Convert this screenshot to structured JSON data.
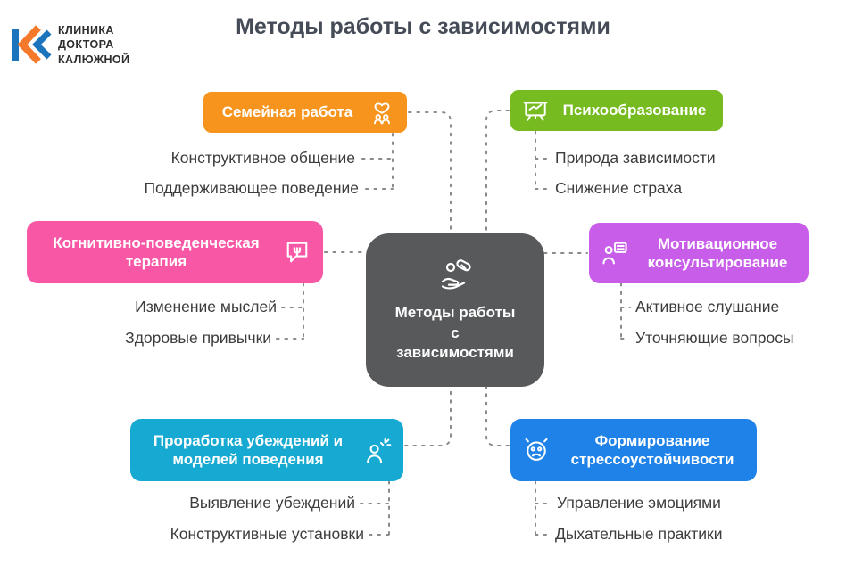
{
  "title": "Методы работы с зависимостями",
  "logo": {
    "lines": [
      "КЛИНИКА",
      "ДОКТОРА",
      "КАЛЮЖНОЙ"
    ],
    "colors": {
      "orange": "#F4792B",
      "blue": "#1C75BC"
    }
  },
  "center": {
    "label": "Методы работы с зависимостями",
    "lines": [
      "Методы работы",
      "с",
      "зависимостями"
    ],
    "color": "#58595B",
    "icon": "pill-in-hand-icon"
  },
  "connector_color": "#8A8A8A",
  "branches": [
    {
      "id": "family",
      "title": "Семейная работа",
      "color": "#F7941D",
      "icon": "heart-with-people-icon",
      "items": [
        "Конструктивное общение",
        "Поддерживающее поведение"
      ]
    },
    {
      "id": "psychoeducation",
      "title": "Психообразование",
      "color": "#76BC21",
      "icon": "presentation-board-icon",
      "items": [
        "Природа зависимости",
        "Снижение страха"
      ]
    },
    {
      "id": "cbt",
      "title": "Когнитивно-поведенческая терапия",
      "color": "#F857A5",
      "icon": "psi-speech-bubble-icon",
      "items": [
        "Изменение мыслей",
        "Здоровые привычки"
      ]
    },
    {
      "id": "motivation",
      "title": "Мотивационное консультирование",
      "color": "#C75DE8",
      "icon": "person-checklist-icon",
      "items": [
        "Активное слушание",
        "Уточняющие вопросы"
      ]
    },
    {
      "id": "beliefs",
      "title": "Проработка убеждений и моделей поведения",
      "color": "#16A9D1",
      "icon": "person-sparks-icon",
      "items": [
        "Выявление убеждений",
        "Конструктивные установки"
      ]
    },
    {
      "id": "stress",
      "title": "Формирование стрессоустойчивости",
      "color": "#1E82E8",
      "icon": "stressed-face-icon",
      "items": [
        "Управление эмоциями",
        "Дыхательные практики"
      ]
    }
  ]
}
